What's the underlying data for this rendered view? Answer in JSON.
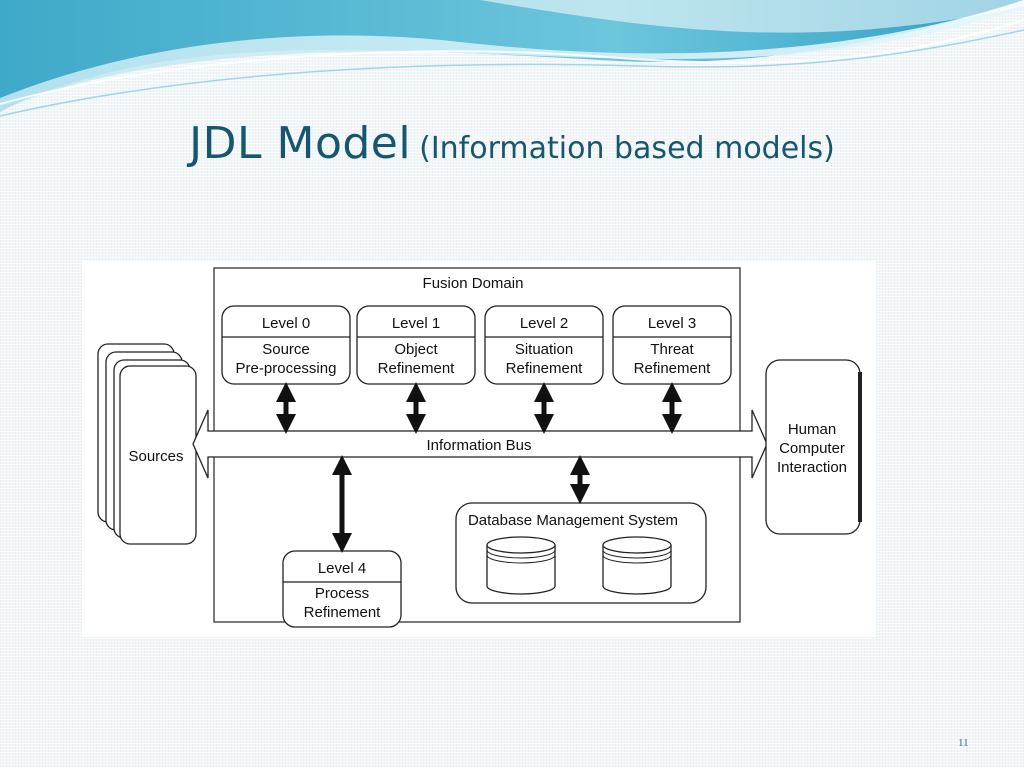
{
  "slide": {
    "title_main": "JDL Model",
    "title_sub": "(Information based models)",
    "page_number": "11"
  },
  "diagram": {
    "fusion_domain": "Fusion Domain",
    "sources": "Sources",
    "information_bus": "Information Bus",
    "levels": [
      {
        "level": "Level 0",
        "line1": "Source",
        "line2": "Pre-processing"
      },
      {
        "level": "Level 1",
        "line1": "Object",
        "line2": "Refinement"
      },
      {
        "level": "Level 2",
        "line1": "Situation",
        "line2": "Refinement"
      },
      {
        "level": "Level 3",
        "line1": "Threat",
        "line2": "Refinement"
      }
    ],
    "level4": {
      "level": "Level 4",
      "line1": "Process",
      "line2": "Refinement"
    },
    "dbms": "Database Management System",
    "hci": {
      "line1": "Human",
      "line2": "Computer",
      "line3": "Interaction"
    }
  }
}
